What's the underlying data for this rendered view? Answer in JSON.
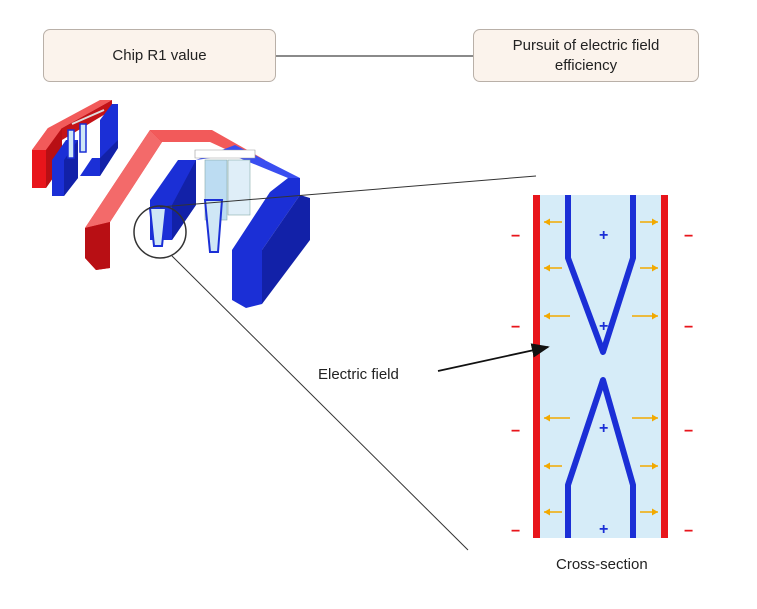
{
  "labels": {
    "chip_r1": "Chip R1 value",
    "pursuit": "Pursuit of electric field efficiency",
    "electric_field": "Electric field",
    "cross_section": "Cross-section"
  },
  "charges": {
    "positive": "+",
    "negative": "−"
  },
  "colors": {
    "positive_electrode": "#e8151b",
    "negative_electrode": "#1b2fd6",
    "electrolyte": "#d6ecf8",
    "field_arrow": "#f2a900",
    "box_fill": "#fbf3ec"
  }
}
